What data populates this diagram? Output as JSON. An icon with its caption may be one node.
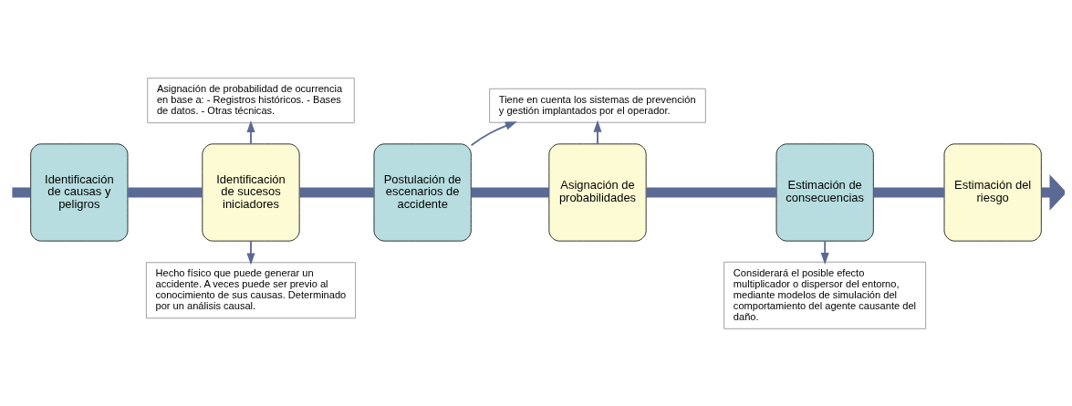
{
  "diagram": {
    "nodes": [
      {
        "text": [
          "Identificación de causas y peligros"
        ]
      },
      {
        "text": [
          "Identificación de sucesos iniciadores"
        ]
      },
      {
        "text": [
          "Postulación de escenarios de accidente"
        ]
      },
      {
        "text": [
          "Asignación de probabilidades"
        ]
      },
      {
        "text": [
          "Estimación de consecuencias"
        ]
      },
      {
        "text": [
          "Estimación del riesgo"
        ]
      },
      {
        "text": [
          "Asignación de probabilidad de ocurrencia en base a: - Registros históricos. - Bases de datos. - Otras técnicas."
        ]
      },
      {
        "text": [
          "Tiene en cuenta los sistemas de prevención y gestión implantados por el operador."
        ]
      },
      {
        "text": [
          "Hecho físico que puede generar un accidente. A veces puede ser previo al conocimiento de sus causas. Determinado por un análisis causal."
        ]
      },
      {
        "text": [
          "Considerará el posible efecto multiplicador o dispersor del entorno, mediante modelos de simulación del comportamiento del agente causante del daño."
        ]
      }
    ],
    "edges": [
      {
        "from": null,
        "to": 0,
        "arrow": "none"
      },
      {
        "from": 0,
        "to": 1,
        "arrow": "none"
      },
      {
        "from": 1,
        "to": 2,
        "arrow": "none"
      },
      {
        "from": 2,
        "to": 3,
        "arrow": "none"
      },
      {
        "from": 3,
        "to": 4,
        "arrow": "none"
      },
      {
        "from": 4,
        "to": 5,
        "arrow": "none"
      },
      {
        "from": 5,
        "to": null,
        "arrow": "to"
      },
      {
        "from": 1,
        "to": 6,
        "arrow": "to"
      },
      {
        "from": 2,
        "to": 7,
        "arrow": "to"
      },
      {
        "from": 3,
        "to": 7,
        "arrow": "to"
      },
      {
        "from": 1,
        "to": 8,
        "arrow": "to"
      },
      {
        "from": 4,
        "to": 9,
        "arrow": "to"
      }
    ]
  }
}
